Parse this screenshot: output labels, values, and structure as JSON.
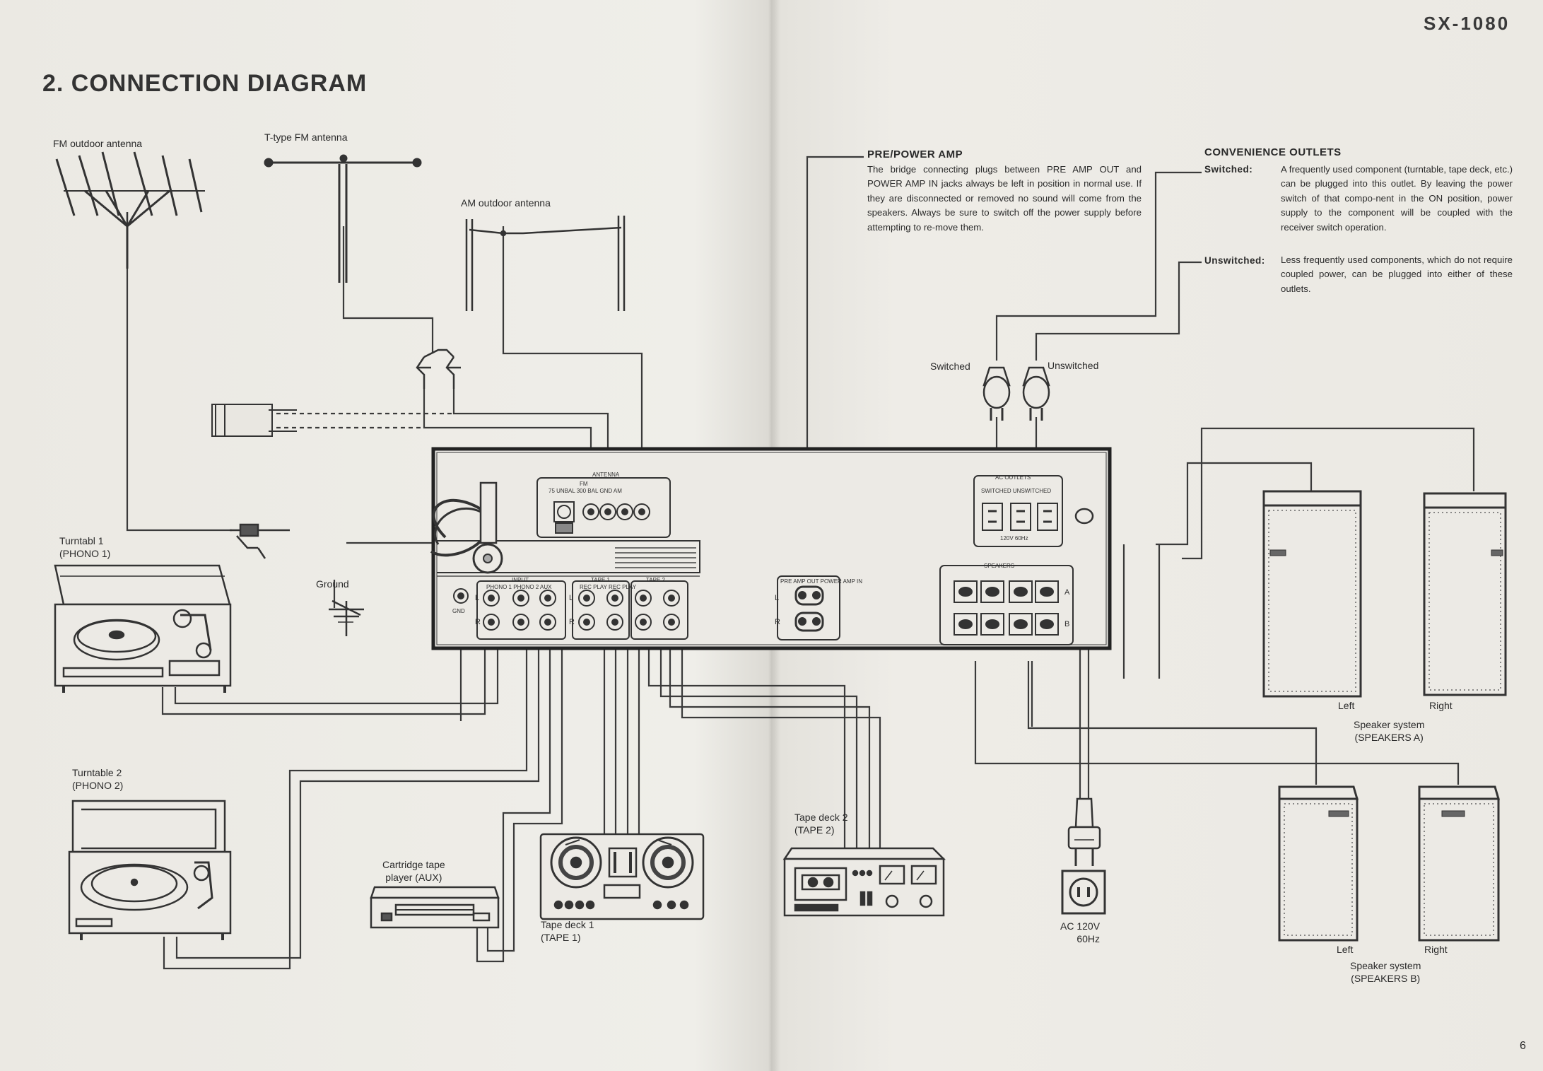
{
  "header": {
    "title": "2. CONNECTION  DIAGRAM",
    "model": "SX-1080",
    "page_number": "6"
  },
  "antennas": {
    "fm_outdoor": "FM outdoor antenna",
    "t_type": "T-type FM antenna",
    "am_outdoor": "AM outdoor antenna"
  },
  "ground": "Ground",
  "turntable1": {
    "line1": "Turntabl 1",
    "line2": "(PHONO 1)"
  },
  "turntable2": {
    "line1": "Turntable 2",
    "line2": "(PHONO 2)"
  },
  "cartridge": {
    "line1": "Cartridge tape",
    "line2": "player (AUX)"
  },
  "tape1": {
    "line1": "Tape deck 1",
    "line2": "(TAPE 1)"
  },
  "tape2": {
    "line1": "Tape deck 2",
    "line2": "(TAPE 2)"
  },
  "ac_outlet": {
    "line1": "AC 120V",
    "line2": "60Hz"
  },
  "plugs": {
    "switched": "Switched",
    "unswitched": "Unswitched"
  },
  "speakers_a": {
    "left": "Left",
    "right": "Right",
    "line1": "Speaker system",
    "line2": "(SPEAKERS A)"
  },
  "speakers_b": {
    "left": "Left",
    "right": "Right",
    "line1": "Speaker system",
    "line2": "(SPEAKERS B)"
  },
  "pre_power": {
    "heading": "PRE/POWER AMP",
    "text": "The bridge connecting plugs between PRE AMP OUT and POWER AMP IN jacks always be left in position in normal use. If they are disconnected or removed no sound will come from the speakers. Always be sure to switch off the power supply before attempting to re-move them."
  },
  "convenience": {
    "heading": "CONVENIENCE OUTLETS",
    "switched_label": "Switched:",
    "switched_text": "A frequently used component (turntable, tape deck, etc.) can be plugged into this outlet. By leaving the power switch of that compo-nent in the ON position, power supply to the component will be coupled with the receiver switch operation.",
    "unswitched_label": "Unswitched:",
    "unswitched_text": "Less frequently used components, which do not require coupled power, can be plugged into either of these outlets."
  },
  "panel": {
    "antenna_title": "ANTENNA",
    "antenna_fm": "FM",
    "antenna_terms": "75 UNBAL  300 BAL  GND  AM",
    "ac_outlets": "AC OUTLETS",
    "ac_sub": "SWITCHED   UNSWITCHED",
    "ac_rating": "120V  60Hz",
    "speakers": "SPEAKERS",
    "input": "INPUT",
    "tape1": "TAPE 1",
    "tape2": "TAPE 2",
    "phono": "PHONO 1  PHONO 2  AUX",
    "rec_play": "REC  PLAY  REC  PLAY",
    "gnd": "GND",
    "pre_out": "PRE AMP OUT  POWER AMP IN",
    "L": "L",
    "R": "R",
    "A": "A",
    "B": "B"
  }
}
